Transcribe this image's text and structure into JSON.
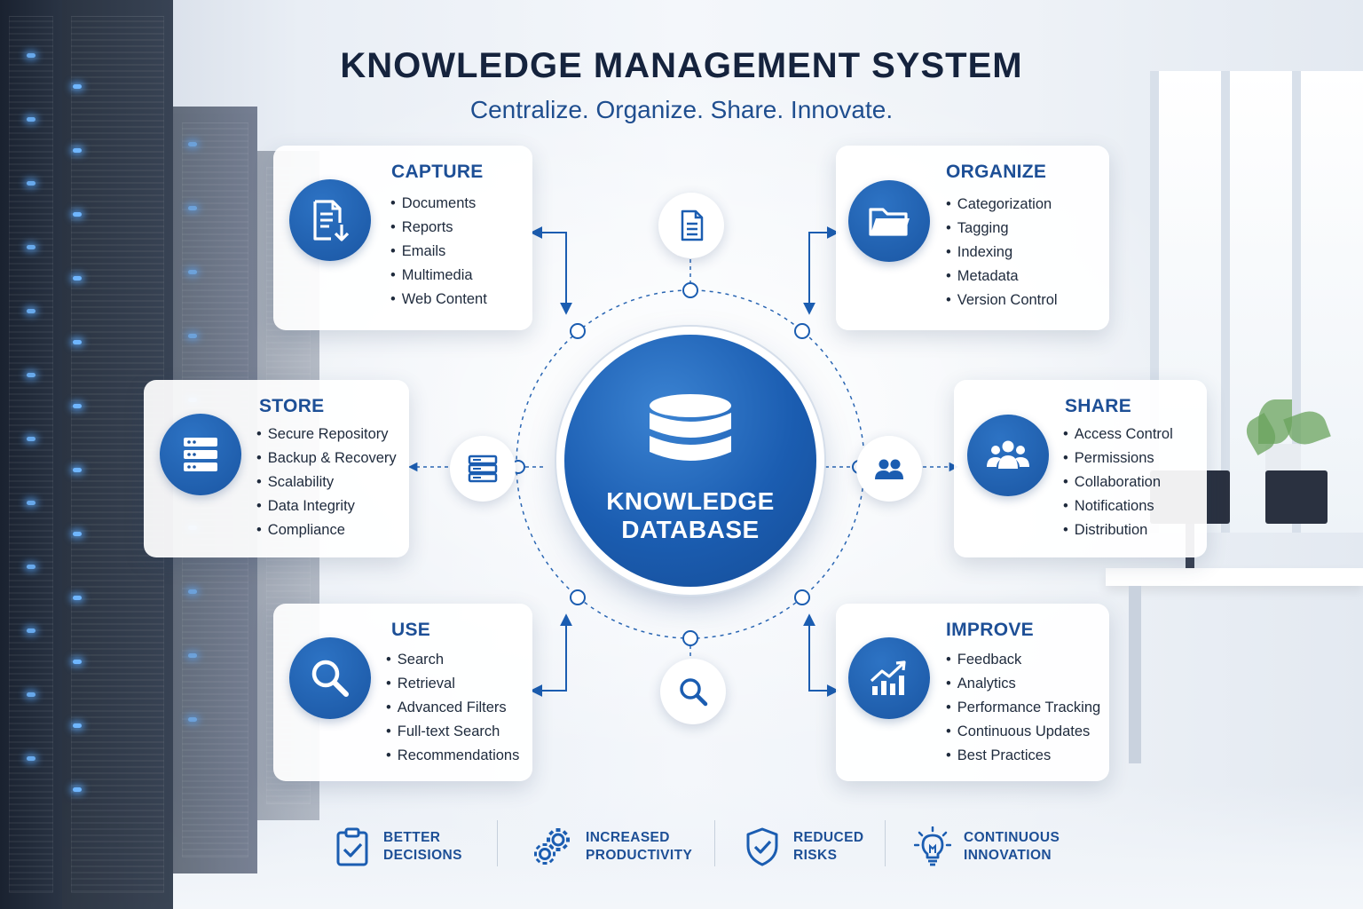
{
  "header": {
    "title": "KNOWLEDGE MANAGEMENT SYSTEM",
    "subtitle": "Centralize. Organize. Share. Innovate."
  },
  "hub": {
    "label_line1": "KNOWLEDGE",
    "label_line2": "DATABASE",
    "icon": "database-icon"
  },
  "nodes": [
    {
      "name": "document-icon"
    },
    {
      "name": "server-icon"
    },
    {
      "name": "users-icon"
    },
    {
      "name": "search-icon"
    }
  ],
  "cards": {
    "capture": {
      "title": "CAPTURE",
      "icon": "document-download-icon",
      "items": [
        "Documents",
        "Reports",
        "Emails",
        "Multimedia",
        "Web Content"
      ]
    },
    "organize": {
      "title": "ORGANIZE",
      "icon": "folder-icon",
      "items": [
        "Categorization",
        "Tagging",
        "Indexing",
        "Metadata",
        "Version Control"
      ]
    },
    "store": {
      "title": "STORE",
      "icon": "server-icon",
      "items": [
        "Secure Repository",
        "Backup & Recovery",
        "Scalability",
        "Data Integrity",
        "Compliance"
      ]
    },
    "share": {
      "title": "SHARE",
      "icon": "users-icon",
      "items": [
        "Access Control",
        "Permissions",
        "Collaboration",
        "Notifications",
        "Distribution"
      ]
    },
    "use": {
      "title": "USE",
      "icon": "search-icon",
      "items": [
        "Search",
        "Retrieval",
        "Advanced Filters",
        "Full-text Search",
        "Recommendations"
      ]
    },
    "improve": {
      "title": "IMPROVE",
      "icon": "growth-chart-icon",
      "items": [
        "Feedback",
        "Analytics",
        "Performance Tracking",
        "Continuous Updates",
        "Best Practices"
      ]
    }
  },
  "benefits": [
    {
      "line1": "BETTER",
      "line2": "DECISIONS",
      "icon": "clipboard-check-icon"
    },
    {
      "line1": "INCREASED",
      "line2": "PRODUCTIVITY",
      "icon": "gears-icon"
    },
    {
      "line1": "REDUCED",
      "line2": "RISKS",
      "icon": "shield-check-icon"
    },
    {
      "line1": "CONTINUOUS",
      "line2": "INNOVATION",
      "icon": "lightbulb-icon"
    }
  ],
  "colors": {
    "primary": "#1b5db1",
    "title": "#15233d",
    "accent_text": "#1d4f96"
  }
}
